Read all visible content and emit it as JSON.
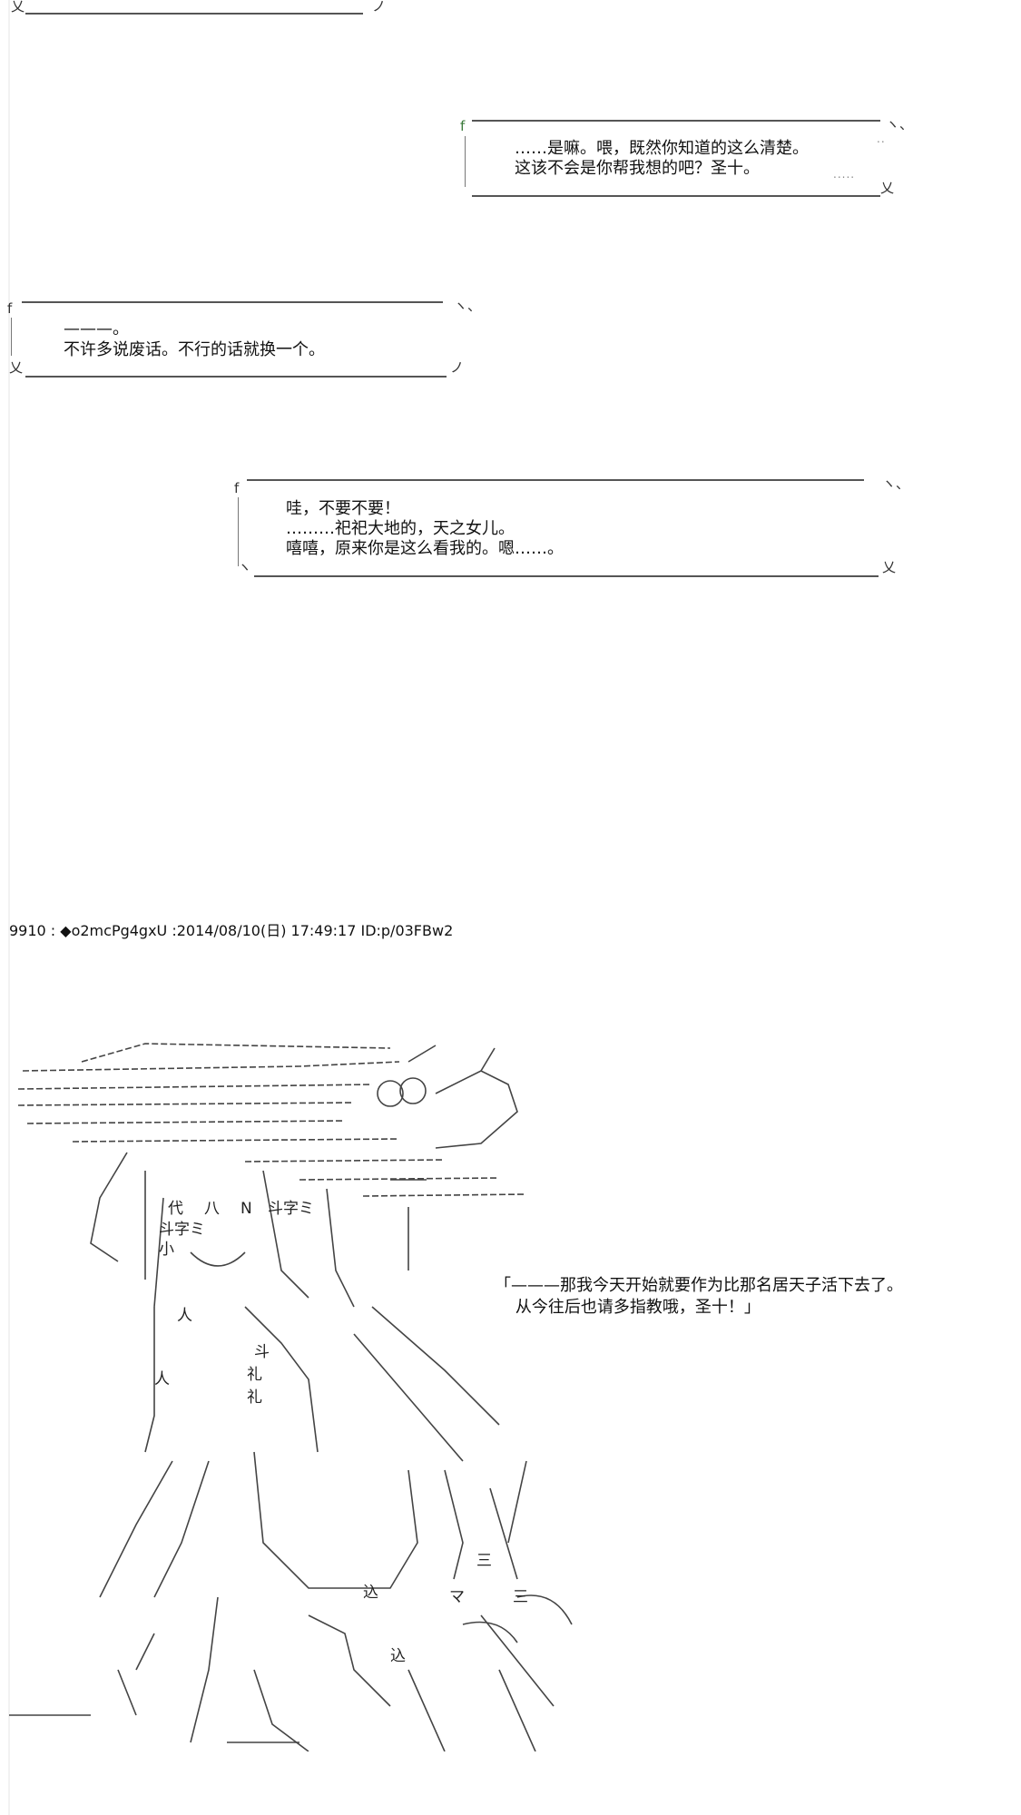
{
  "thread": {
    "post_header": "9910 : ◆o2mcPg4gxU :2014/08/10(日) 17:49:17 ID:p/03FBw2"
  },
  "bubbles": [
    {
      "id": "bubble-1",
      "lines": [
        "……是嘛。喂，既然你知道的这么清楚。",
        "这该不会是你帮我想的吧？圣十。"
      ]
    },
    {
      "id": "bubble-2",
      "lines": [
        "———。",
        "不许多说废话。不行的话就换一个。"
      ]
    },
    {
      "id": "bubble-3",
      "lines": [
        "哇，不要不要！",
        "………祀祀大地的，天之女儿。",
        "嘻嘻，原来你是这么看我的。嗯……。"
      ]
    }
  ],
  "final_quote": {
    "line1": "「———那我今天开始就要作为比那名居天子活下去了。",
    "line2": "    从今往后也请多指教哦，圣十！」"
  },
  "art": {
    "labels": [
      "代",
      "八",
      "N",
      "斗字ミ",
      "斗字ミ",
      "小",
      "人",
      "人",
      "斗",
      "礼",
      "礼",
      "込",
      "込",
      "マ",
      "三",
      "三"
    ],
    "icon": "ascii-art-character"
  }
}
